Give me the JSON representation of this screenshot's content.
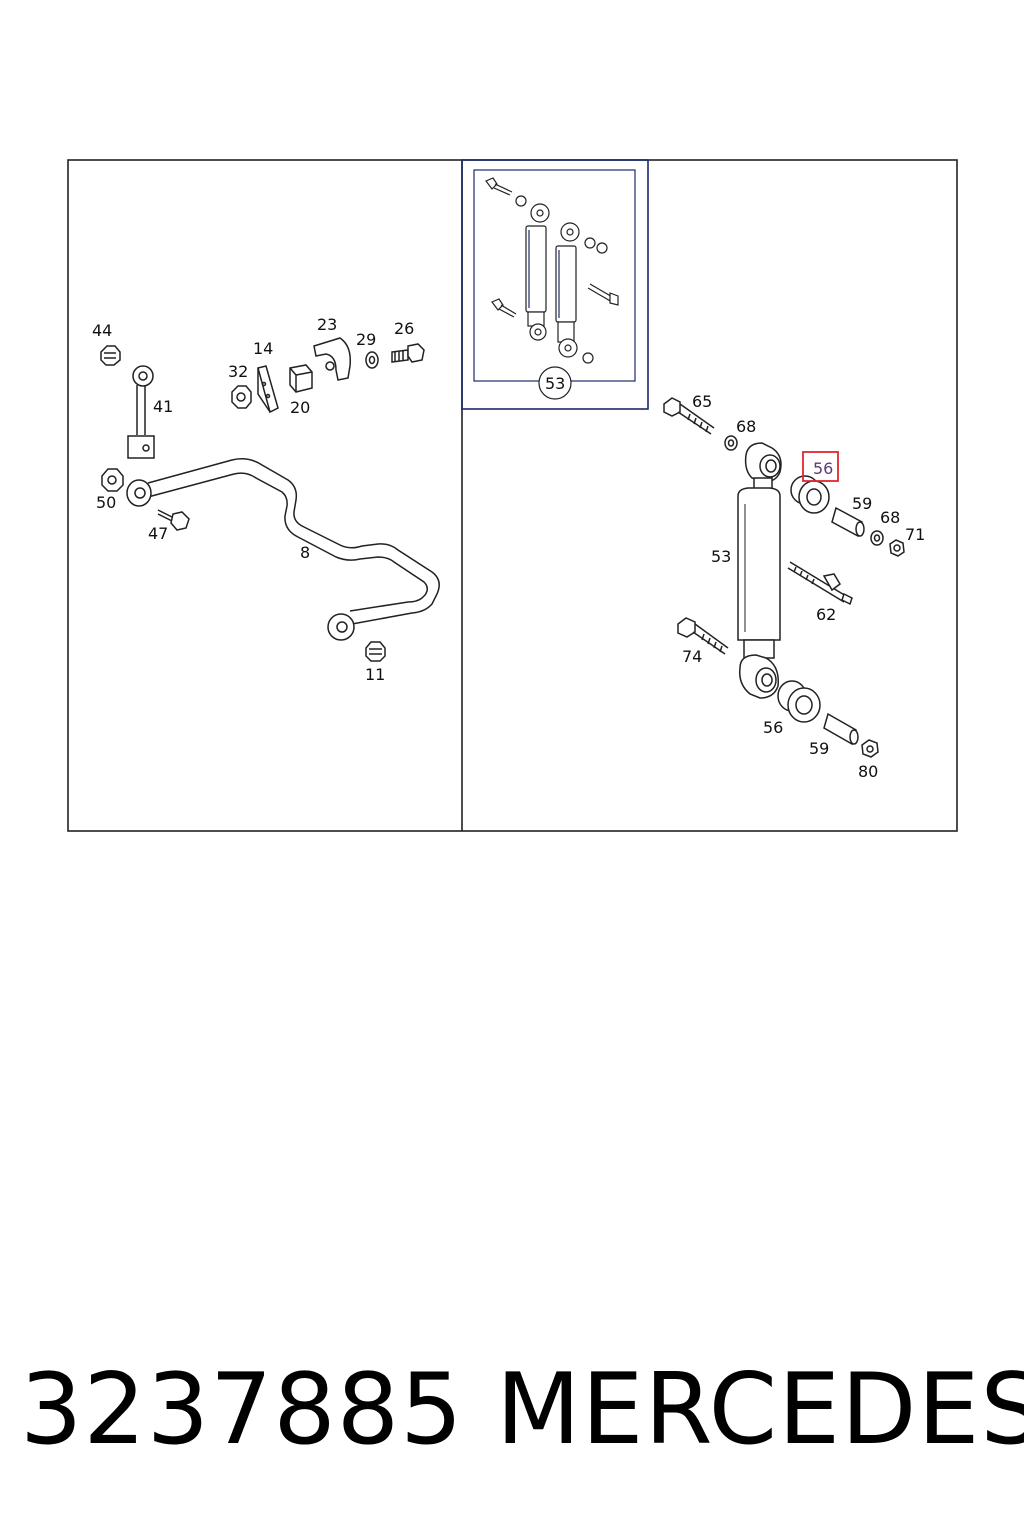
{
  "labels": {
    "l44": "44",
    "l41": "41",
    "l50": "50",
    "l47": "47",
    "l8": "8",
    "l11": "11",
    "l14": "14",
    "l32": "32",
    "l20": "20",
    "l23": "23",
    "l29": "29",
    "l26": "26",
    "l53_inset": "53",
    "l65": "65",
    "l68a": "68",
    "l56a": "56",
    "l59a": "59",
    "l68b": "68",
    "l71": "71",
    "l53": "53",
    "l62": "62",
    "l74": "74",
    "l56b": "56",
    "l59b": "59",
    "l80": "80"
  },
  "highlighted_label": "56",
  "highlight_color": "#e0272e",
  "footer": {
    "part_number": "3237885",
    "brand": "MERCEDES"
  }
}
